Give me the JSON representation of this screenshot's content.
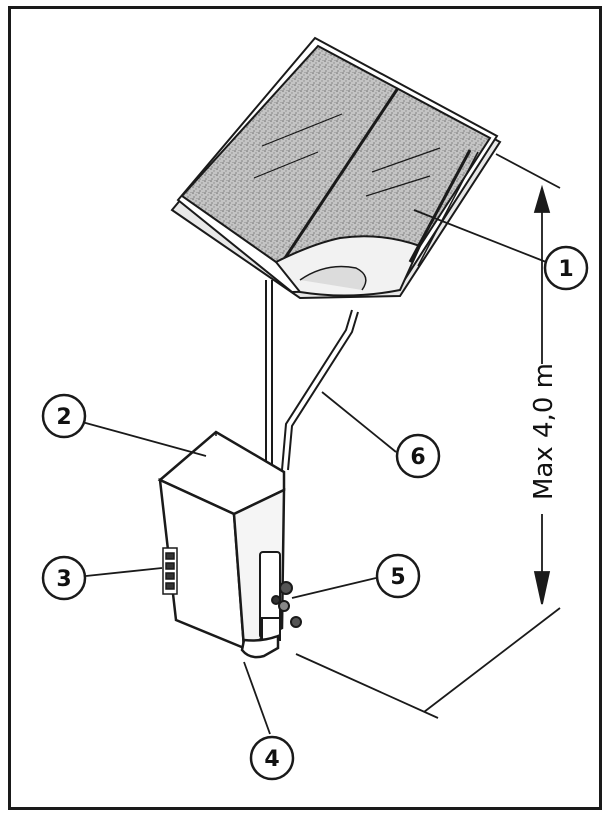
{
  "diagram": {
    "dimension_label": "Max 4,0 m",
    "callouts": [
      {
        "id": "1",
        "label": "1"
      },
      {
        "id": "2",
        "label": "2"
      },
      {
        "id": "3",
        "label": "3"
      },
      {
        "id": "4",
        "label": "4"
      },
      {
        "id": "5",
        "label": "5"
      },
      {
        "id": "6",
        "label": "6"
      }
    ],
    "colors": {
      "ink": "#1a1a1a",
      "panel_fill": "#b8b8b8",
      "paper": "#ffffff"
    }
  }
}
